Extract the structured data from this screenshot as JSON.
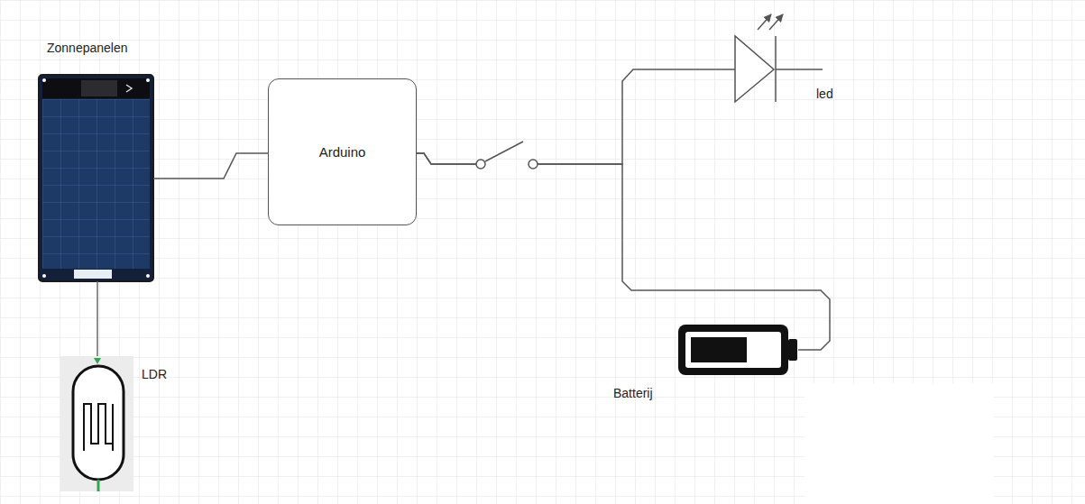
{
  "diagram": {
    "nodes": [
      {
        "text": [
          "Zonnepanelen"
        ]
      },
      {
        "text": [
          "Arduino"
        ]
      },
      {
        "text": [
          "led"
        ]
      },
      {
        "text": [
          "LDR"
        ]
      },
      {
        "text": [
          "Batterij"
        ]
      }
    ],
    "edges": [
      {
        "from": 0,
        "to": 1,
        "arrow": "none"
      },
      {
        "from": 0,
        "to": 3,
        "arrow": "none"
      },
      {
        "from": 1,
        "to": 2,
        "arrow": "none"
      },
      {
        "from": 1,
        "to": 4,
        "arrow": "none"
      }
    ]
  }
}
